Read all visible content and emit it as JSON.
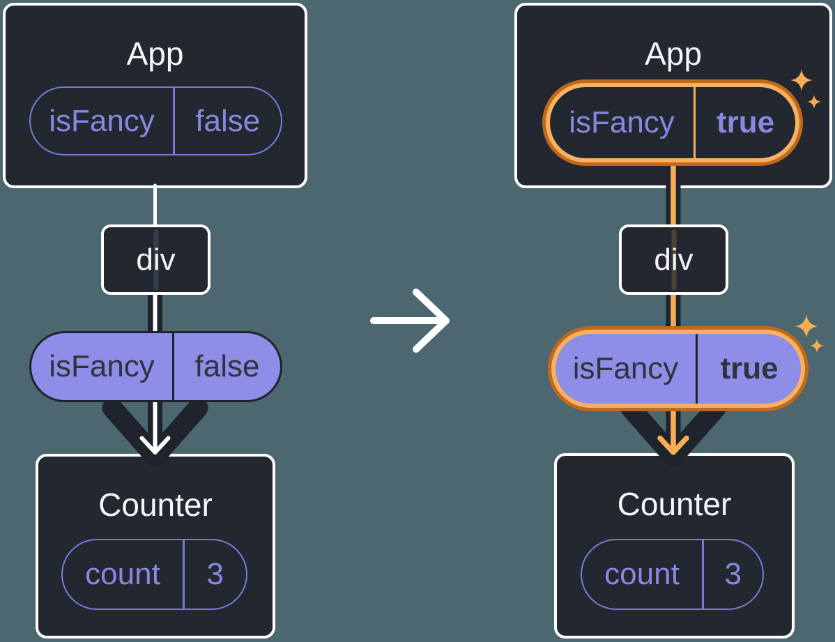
{
  "colors": {
    "background": "#4C6770",
    "box_fill": "#23272F",
    "box_border": "#FFFFFF",
    "purple_outline": "#7B79DB",
    "purple_text": "#8987E2",
    "purple_fill": "#8E8DE8",
    "dark_text": "#2F333D",
    "dark_line": "#1F232B",
    "white_line": "#FFFFFF",
    "orange_outer": "#C1691B",
    "orange_band": "#F7B163",
    "orange_core": "#F6AD57",
    "sparkle": "#F4AC55"
  },
  "icons": {
    "transition_arrow": "right-arrow",
    "sparkle": "four-point-star"
  },
  "left_tree": {
    "app_title": "App",
    "app_state": {
      "name": "isFancy",
      "value": "false"
    },
    "div_label": "div",
    "passed_prop": {
      "name": "isFancy",
      "value": "false"
    },
    "counter_title": "Counter",
    "counter_state": {
      "name": "count",
      "value": "3"
    }
  },
  "right_tree": {
    "app_title": "App",
    "app_state": {
      "name": "isFancy",
      "value": "true"
    },
    "div_label": "div",
    "passed_prop": {
      "name": "isFancy",
      "value": "true"
    },
    "counter_title": "Counter",
    "counter_state": {
      "name": "count",
      "value": "3"
    }
  }
}
